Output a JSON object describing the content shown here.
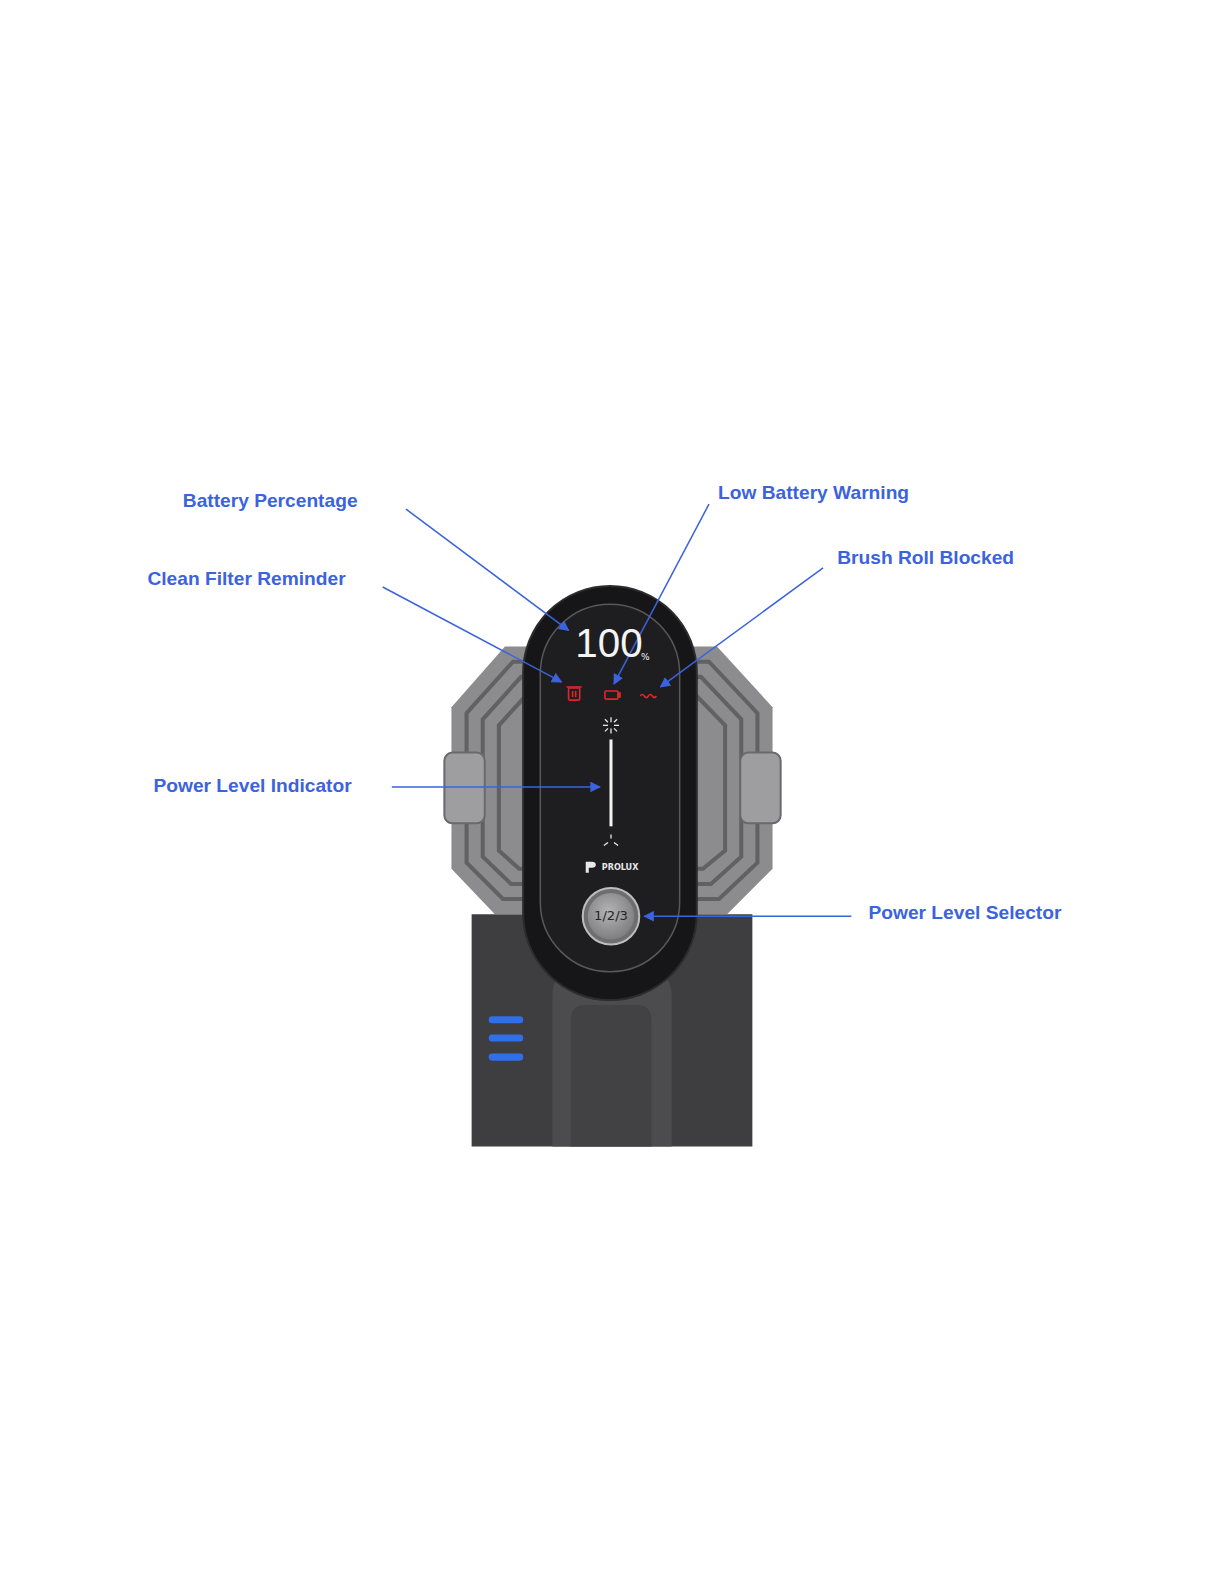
{
  "diagram": {
    "labels": [
      "Battery Percentage",
      "Low Battery Warning",
      "Clean Filter Reminder",
      "Brush Roll Blocked",
      "100",
      "%",
      "Power Level Indicator",
      "PROLUX",
      "1/2/3",
      "Power Level Selector"
    ]
  }
}
